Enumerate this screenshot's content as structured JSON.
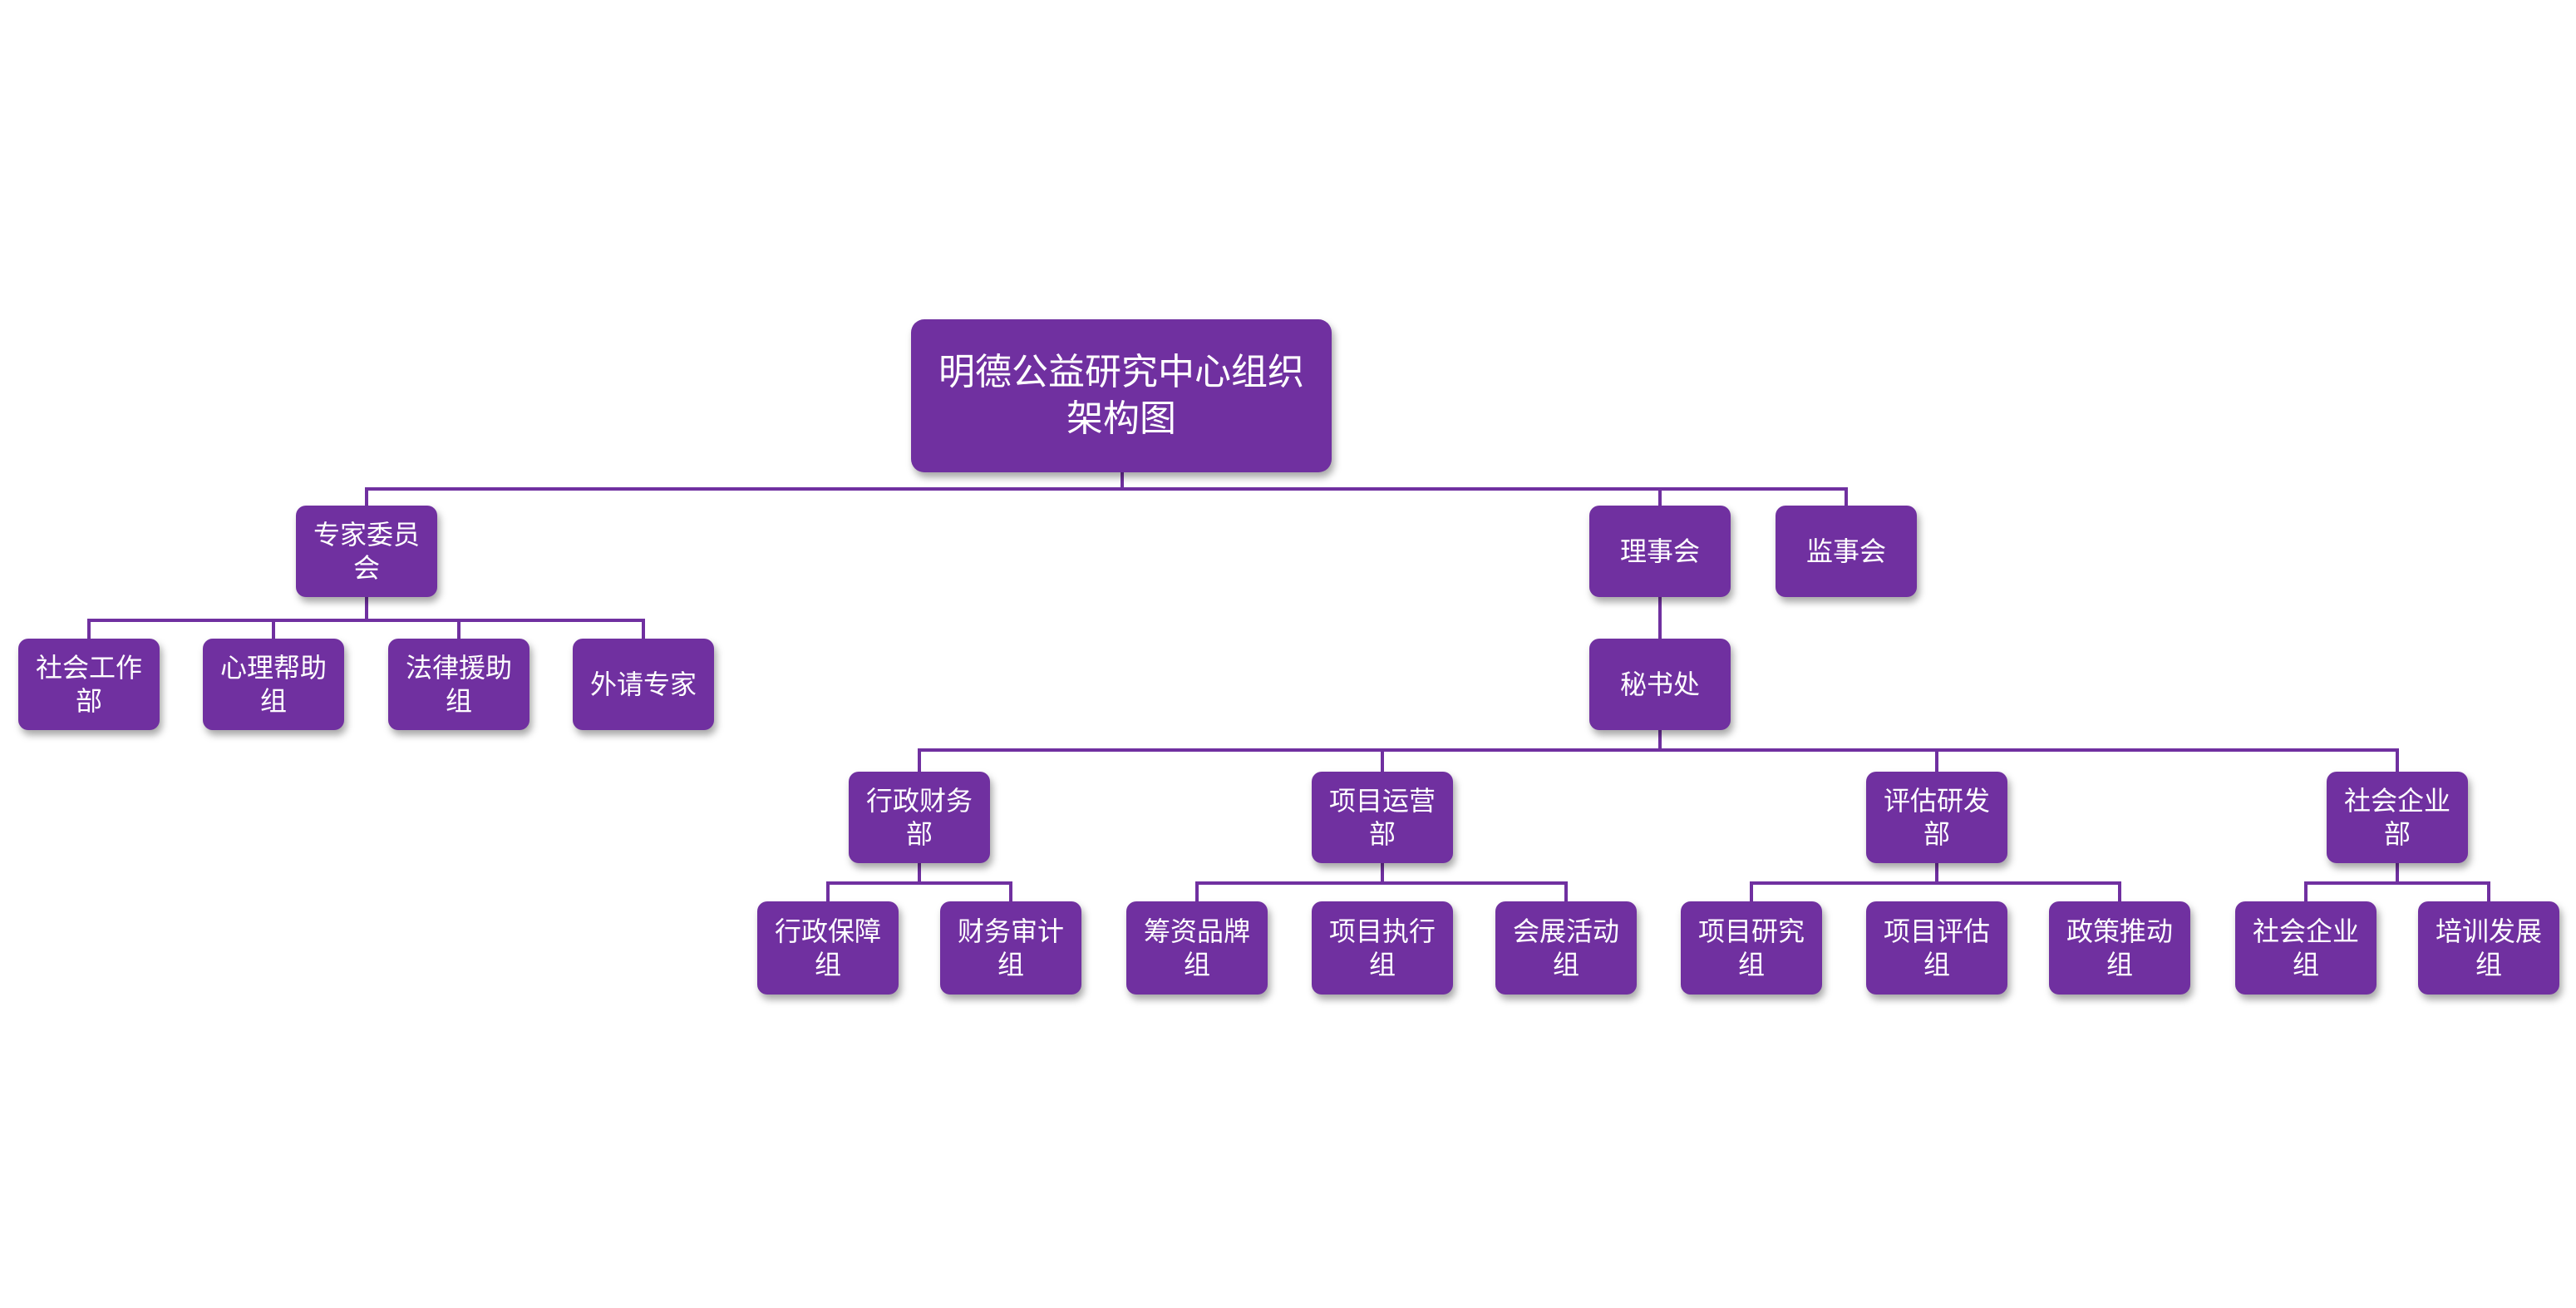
{
  "colors": {
    "node_fill": "#7030a0",
    "connector": "#7030a0",
    "text": "#ffffff",
    "background": "#ffffff"
  },
  "nodes": {
    "root": "明德公益研究中心组织架构图",
    "expert_committee": "专家委员会",
    "board": "理事会",
    "supervisory_board": "监事会",
    "social_work_dept": "社会工作部",
    "psych_help_group": "心理帮助组",
    "legal_aid_group": "法律援助组",
    "external_experts": "外请专家",
    "secretariat": "秘书处",
    "admin_finance_dept": "行政财务部",
    "project_ops_dept": "项目运营部",
    "evaluation_rd_dept": "评估研发部",
    "social_enterprise_dept": "社会企业部",
    "admin_support_group": "行政保障组",
    "finance_audit_group": "财务审计组",
    "fundraising_brand_group": "筹资品牌组",
    "project_execution_group": "项目执行组",
    "exhibition_events_group": "会展活动组",
    "project_research_group": "项目研究组",
    "project_evaluation_group": "项目评估组",
    "policy_promotion_group": "政策推动组",
    "social_enterprise_group": "社会企业组",
    "training_dev_group": "培训发展组"
  }
}
